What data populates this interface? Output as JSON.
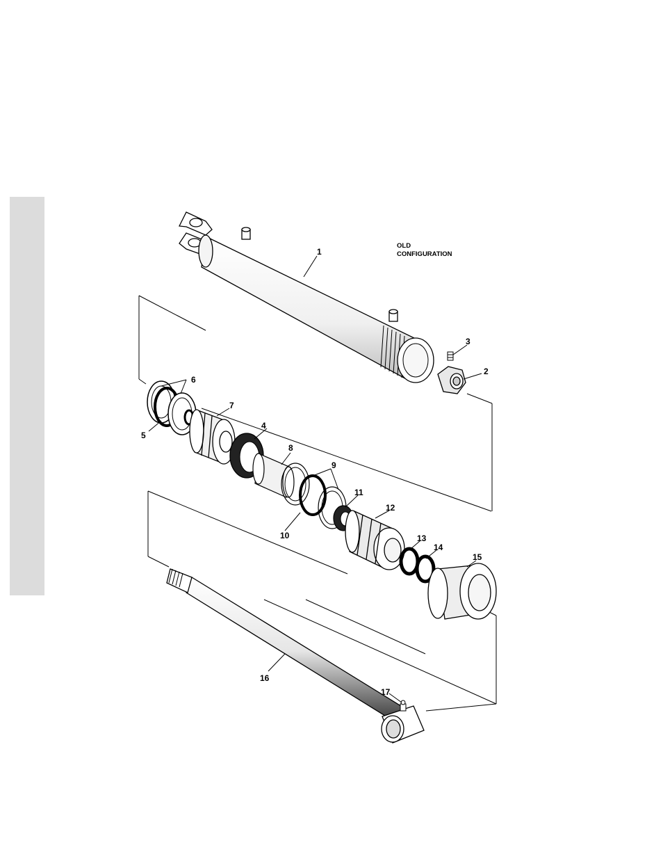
{
  "caption": {
    "line1": "OLD",
    "line2": "CONFIGURATION"
  },
  "callouts": [
    "1",
    "2",
    "3",
    "4",
    "5",
    "6",
    "7",
    "8",
    "9",
    "10",
    "11",
    "12",
    "13",
    "14",
    "15",
    "16",
    "17"
  ]
}
